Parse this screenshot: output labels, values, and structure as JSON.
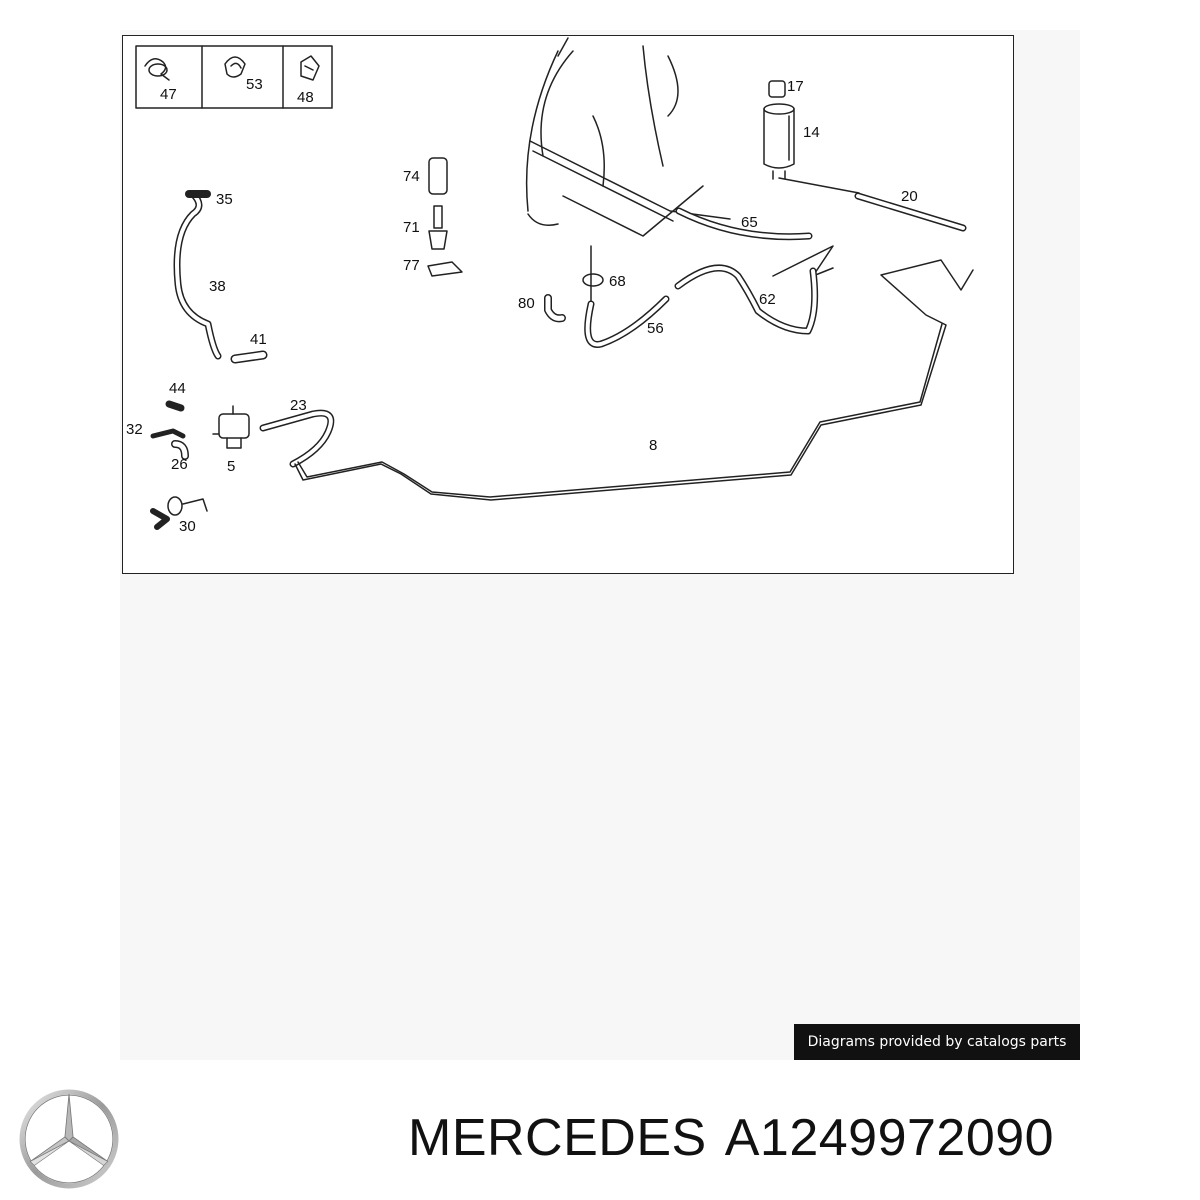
{
  "diagram": {
    "legend": [
      "47",
      "53",
      "48"
    ],
    "callouts": {
      "c17": "17",
      "c14": "14",
      "c20": "20",
      "c65": "65",
      "c62": "62",
      "c68": "68",
      "c80": "80",
      "c56": "56",
      "c74": "74",
      "c71": "71",
      "c77": "77",
      "c35": "35",
      "c38": "38",
      "c41": "41",
      "c44": "44",
      "c32": "32",
      "c26": "26",
      "c5": "5",
      "c23": "23",
      "c8": "8",
      "c30": "30"
    }
  },
  "credit": "Diagrams provided by catalogs parts",
  "brand": "MERCEDES",
  "part_number": "A1249972090"
}
